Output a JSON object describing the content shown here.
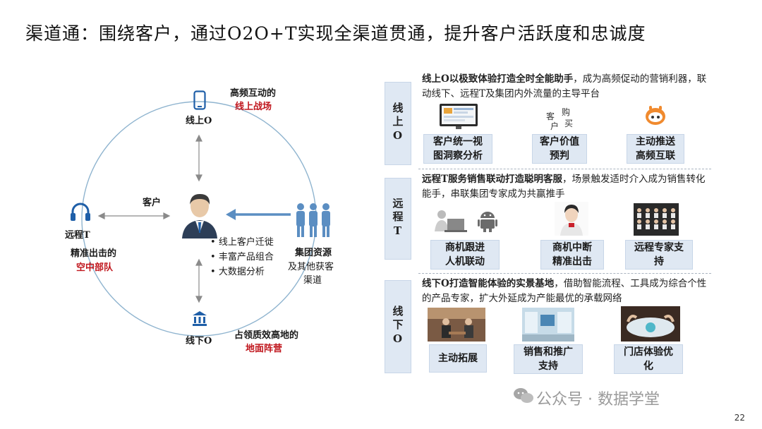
{
  "title": "渠道通：围绕客户，通过O2O+T实现全渠道贯通，提升客户活跃度和忠诚度",
  "diagram": {
    "top_node": {
      "name": "线上O",
      "caption_line1": "高频互动的",
      "caption_line2": "线上战场"
    },
    "bottom_node": {
      "name": "线下O",
      "caption_line1": "占领质效高地的",
      "caption_line2": "地面阵营"
    },
    "left_node": {
      "name": "远程T",
      "caption_line1": "精准出击的",
      "caption_line2": "空中部队"
    },
    "right_node": {
      "name": "集团资源",
      "sub1": "及其他获客",
      "sub2": "渠道"
    },
    "center": {
      "label": "客户",
      "bullets": [
        "线上客户迁徙",
        "丰富产品组合",
        "大数据分析"
      ]
    }
  },
  "rows": [
    {
      "badge": "线上O",
      "desc_bold": "线上O以极致体验打造全时全能助手",
      "desc_rest": "，成为高频促动的营销利器，联动线下、远程T及集团内外流量的主导平台",
      "thumb_text": [
        "客",
        "购",
        "户",
        "买"
      ],
      "items": [
        {
          "line1": "客户统一视",
          "line2": "图洞察分析"
        },
        {
          "line1": "客户价值",
          "line2": "预判"
        },
        {
          "line1": "主动推送",
          "line2": "高频互联"
        }
      ]
    },
    {
      "badge": "远程T",
      "desc_bold": "远程T服务销售联动打造聪明客服",
      "desc_rest": "，场景触发适时介入成为销售转化能手，串联集团专家成为共赢推手",
      "items": [
        {
          "line1": "商机跟进",
          "line2": "人机联动"
        },
        {
          "line1": "商机中断",
          "line2": "精准出击"
        },
        {
          "line1": "远程专家支",
          "line2": "持"
        }
      ]
    },
    {
      "badge": "线下O",
      "desc_bold": "线下O打造智能体验的实景基地",
      "desc_rest": "，借助智能流程、工具成为综合个性的产品专家，扩大外延成为产能最优的承载网络",
      "items": [
        {
          "line1": "主动拓展",
          "line2": ""
        },
        {
          "line1": "销售和推广",
          "line2": "支持"
        },
        {
          "line1": "门店体验优",
          "line2": "化"
        }
      ]
    }
  ],
  "watermark": "公众号 · 数据学堂",
  "page_number": "22"
}
